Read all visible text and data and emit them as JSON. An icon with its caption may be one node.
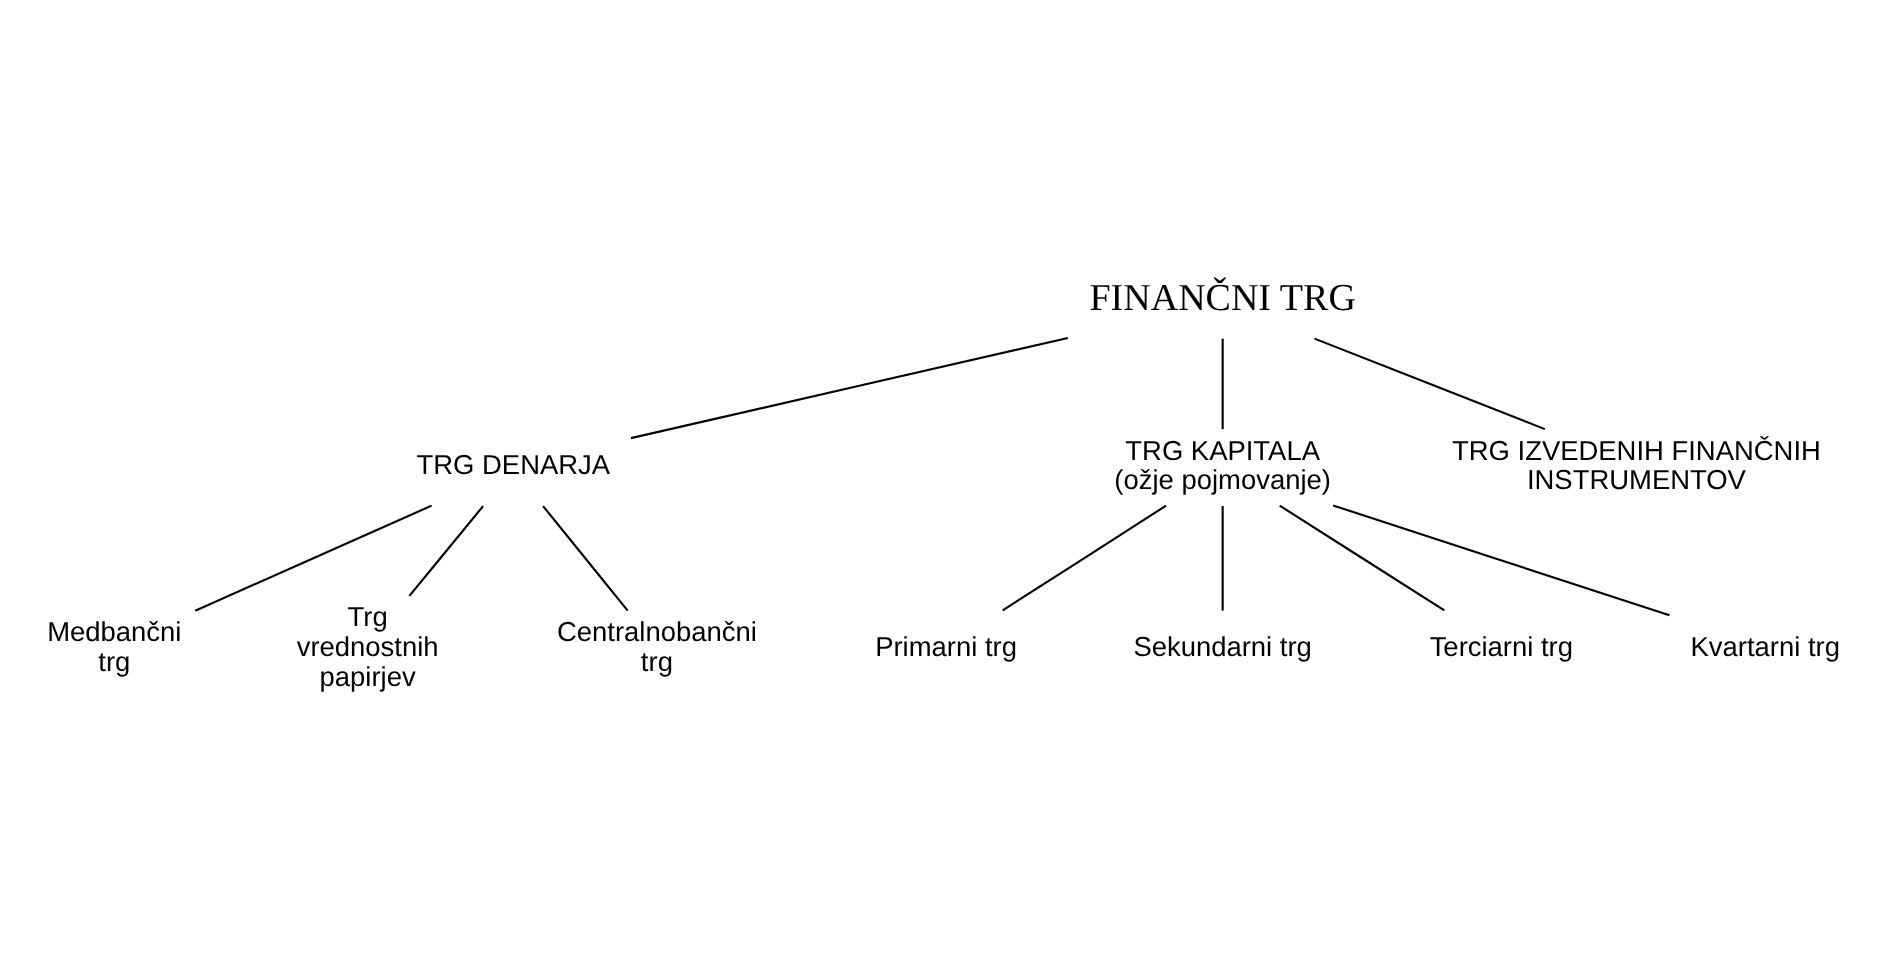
{
  "diagram": {
    "nodes": [
      {
        "text": [
          "FINANČNI TRG"
        ]
      },
      {
        "text": [
          "TRG DENARJA"
        ]
      },
      {
        "text": [
          "TRG KAPITALA",
          "(ožje pojmovanje)"
        ]
      },
      {
        "text": [
          "TRG IZVEDENIH FINANČNIH INSTRUMENTOV"
        ]
      },
      {
        "text": [
          "Medbančni trg"
        ]
      },
      {
        "text": [
          "Trg vrednostnih papirjev"
        ]
      },
      {
        "text": [
          "Centralnobančni trg"
        ]
      },
      {
        "text": [
          "Primarni trg"
        ]
      },
      {
        "text": [
          "Sekundarni trg"
        ]
      },
      {
        "text": [
          "Terciarni trg"
        ]
      },
      {
        "text": [
          "Kvartarni trg"
        ]
      }
    ],
    "edges": [
      {
        "from": 0,
        "to": 1,
        "arrow": "none"
      },
      {
        "from": 0,
        "to": 2,
        "arrow": "none"
      },
      {
        "from": 0,
        "to": 3,
        "arrow": "none"
      },
      {
        "from": 1,
        "to": 4,
        "arrow": "none"
      },
      {
        "from": 1,
        "to": 5,
        "arrow": "none"
      },
      {
        "from": 1,
        "to": 6,
        "arrow": "none"
      },
      {
        "from": 2,
        "to": 7,
        "arrow": "none"
      },
      {
        "from": 2,
        "to": 8,
        "arrow": "none"
      },
      {
        "from": 2,
        "to": 9,
        "arrow": "none"
      },
      {
        "from": 2,
        "to": 10,
        "arrow": "none"
      }
    ]
  }
}
